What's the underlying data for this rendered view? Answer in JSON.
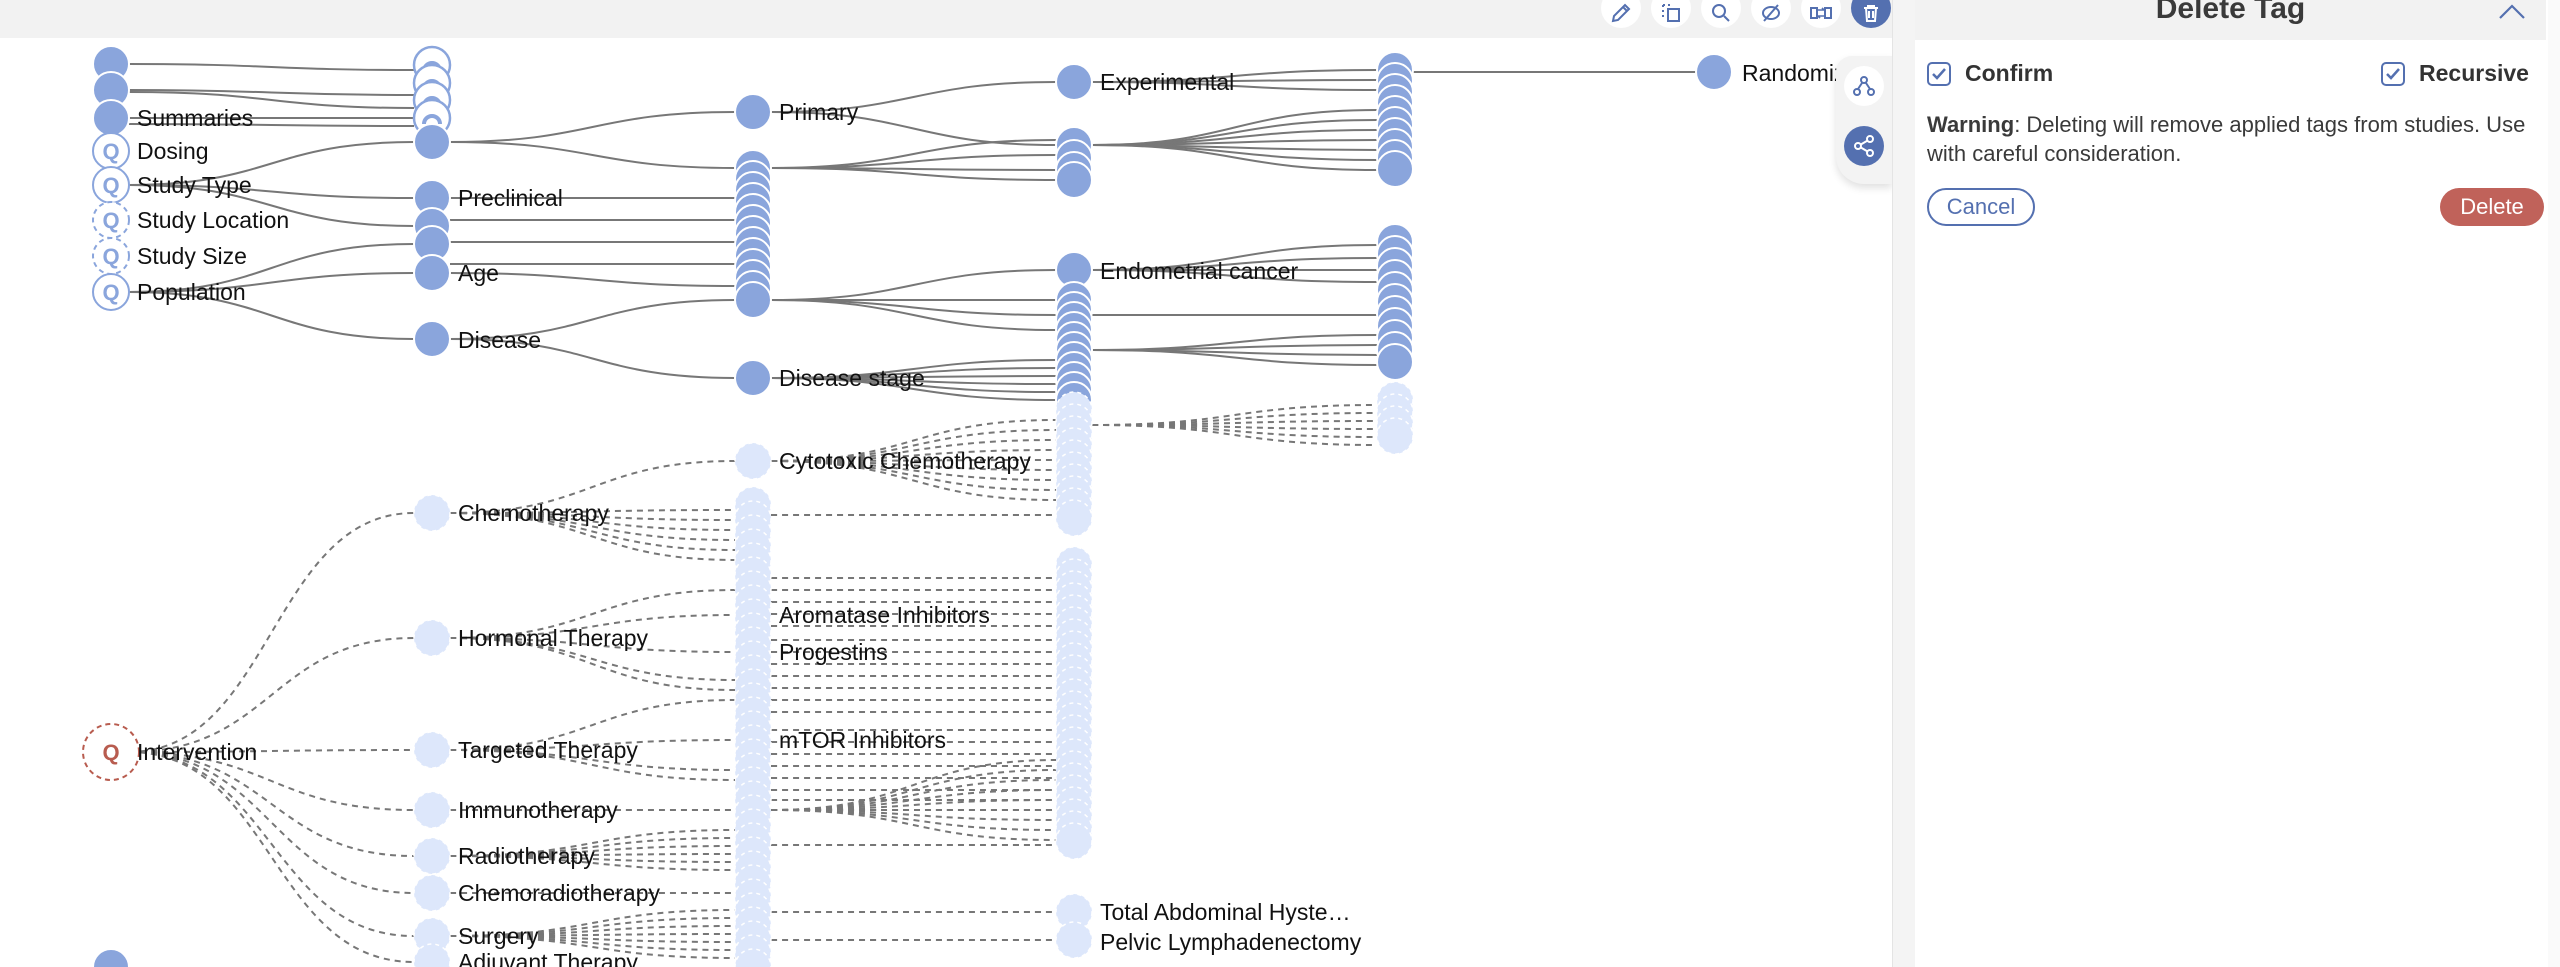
{
  "toolbar": {
    "buttons": [
      {
        "icon": "pencil-icon",
        "label": "Edit"
      },
      {
        "icon": "copy-icon",
        "label": "Copy"
      },
      {
        "icon": "search-icon",
        "label": "Search"
      },
      {
        "icon": "eye-off-icon",
        "label": "Hide"
      },
      {
        "icon": "swap-icon",
        "label": "Move"
      },
      {
        "icon": "trash-icon",
        "label": "Delete",
        "active": true
      }
    ]
  },
  "side_tools": [
    {
      "icon": "tree-layout-icon",
      "active": false
    },
    {
      "icon": "share-network-icon",
      "active": true
    }
  ],
  "panel": {
    "title": "Delete Tag",
    "confirm_label": "Confirm",
    "confirm_checked": true,
    "recursive_label": "Recursive",
    "recursive_checked": true,
    "warning_bold": "Warning",
    "warning_text": ": Deleting will remove applied tags from studies. Use with careful consideration.",
    "cancel_label": "Cancel",
    "delete_label": "Delete"
  },
  "colors": {
    "node_filled": "#8aa5dc",
    "node_light": "#dde7fb",
    "node_ring": "#8aa5dc",
    "query_red": "#b85c4f",
    "edge": "#777777",
    "accent": "#5470b0",
    "danger": "#c0625a"
  },
  "graph": {
    "labels": {
      "summaries": "Summaries",
      "dosing": "Dosing",
      "study_type": "Study Type",
      "study_location": "Study Location",
      "study_size": "Study Size",
      "population": "Population",
      "intervention": "Intervention",
      "preclinical": "Preclinical",
      "age": "Age",
      "disease": "Disease",
      "primary": "Primary",
      "disease_stage": "Disease stage",
      "experimental": "Experimental",
      "endometrial_cancer": "Endometrial cancer",
      "randomized": "Randomiz",
      "chemotherapy": "Chemotherapy",
      "hormonal_therapy": "Hormonal Therapy",
      "targeted_therapy": "Targeted Therapy",
      "immunotherapy": "Immunotherapy",
      "radiotherapy": "Radiotherapy",
      "chemoradiotherapy": "Chemoradiotherapy",
      "surgery": "Surgery",
      "adjuvant_therapy": "Adjuvant Therapy",
      "cytotoxic_chemotherapy": "Cytotoxic Chemotherapy",
      "aromatase_inhibitors": "Aromatase Inhibitors",
      "progestins": "Progestins",
      "mtor_inhibitors": "mTOR Inhibitors",
      "total_abdominal": "Total Abdominal Hyste…",
      "pelvic_lymphadenectomy": "Pelvic Lymphadenectomy"
    }
  }
}
